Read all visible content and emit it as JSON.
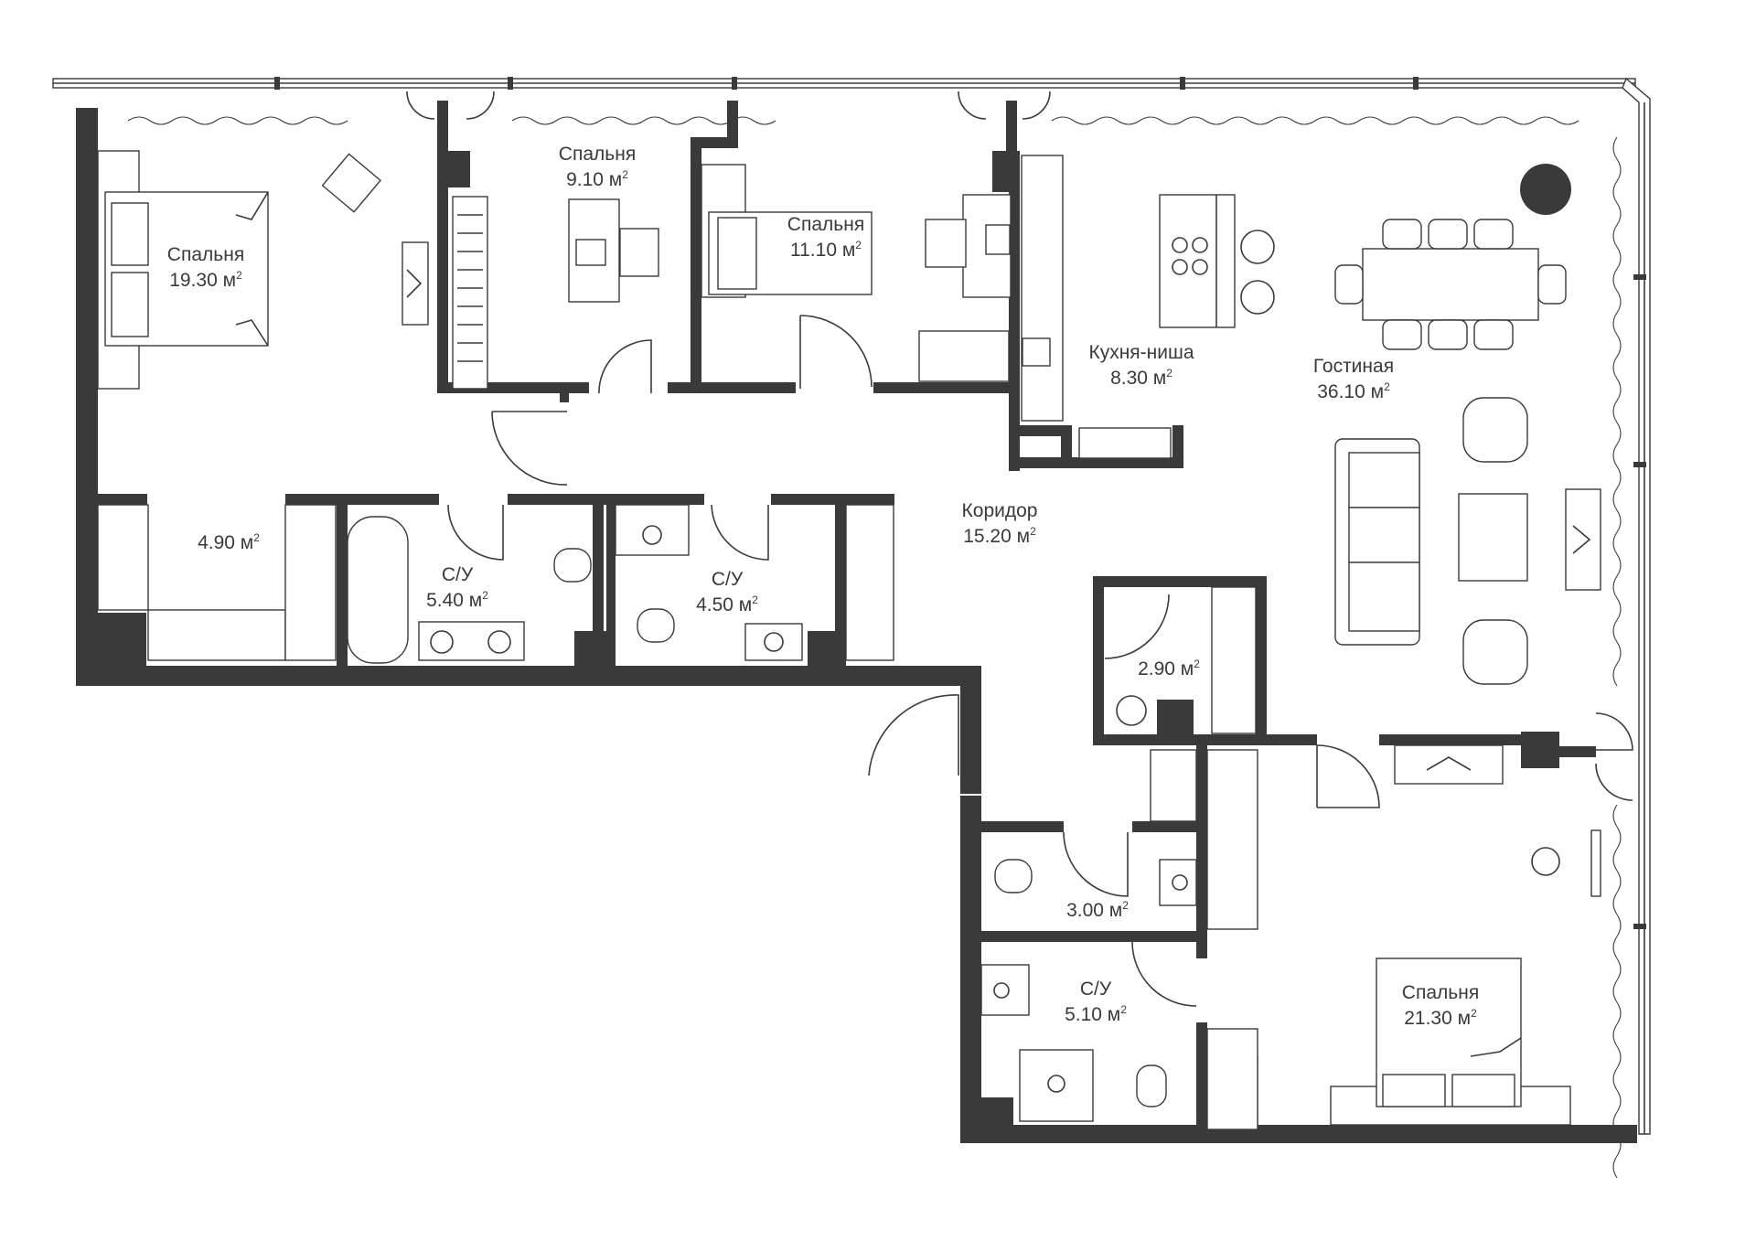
{
  "plan": {
    "accent_color": "#3a3a3a",
    "background_color": "#ffffff",
    "rooms": [
      {
        "id": "bedroom-1",
        "name": "Спальня",
        "area": "19.30",
        "unit": "м",
        "sup": "2"
      },
      {
        "id": "bedroom-2",
        "name": "Спальня",
        "area": "9.10",
        "unit": "м",
        "sup": "2"
      },
      {
        "id": "bedroom-3",
        "name": "Спальня",
        "area": "11.10",
        "unit": "м",
        "sup": "2"
      },
      {
        "id": "kitchen",
        "name": "Кухня-ниша",
        "area": "8.30",
        "unit": "м",
        "sup": "2"
      },
      {
        "id": "living",
        "name": "Гостиная",
        "area": "36.10",
        "unit": "м",
        "sup": "2"
      },
      {
        "id": "wardrobe-1",
        "name": "",
        "area": "4.90",
        "unit": "м",
        "sup": "2"
      },
      {
        "id": "bath-1",
        "name": "С/У",
        "area": "5.40",
        "unit": "м",
        "sup": "2"
      },
      {
        "id": "bath-2",
        "name": "С/У",
        "area": "4.50",
        "unit": "м",
        "sup": "2"
      },
      {
        "id": "corridor",
        "name": "Коридор",
        "area": "15.20",
        "unit": "м",
        "sup": "2"
      },
      {
        "id": "storage",
        "name": "",
        "area": "2.90",
        "unit": "м",
        "sup": "2"
      },
      {
        "id": "wc",
        "name": "",
        "area": "3.00",
        "unit": "м",
        "sup": "2"
      },
      {
        "id": "bath-3",
        "name": "С/У",
        "area": "5.10",
        "unit": "м",
        "sup": "2"
      },
      {
        "id": "bedroom-4",
        "name": "Спальня",
        "area": "21.30",
        "unit": "м",
        "sup": "2"
      }
    ]
  }
}
